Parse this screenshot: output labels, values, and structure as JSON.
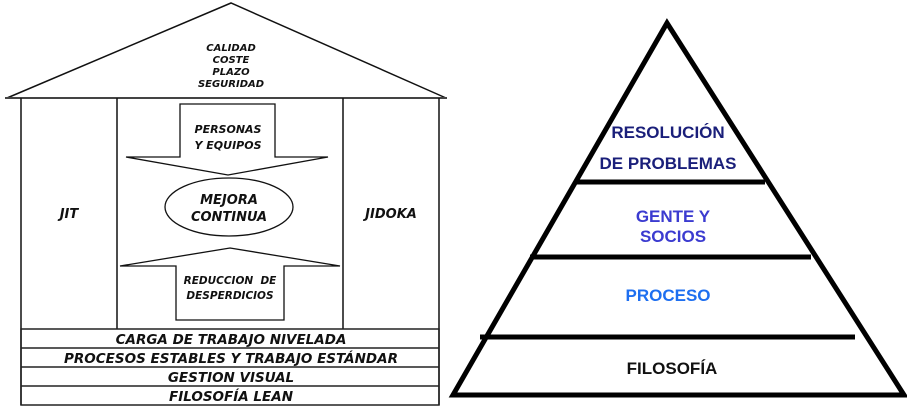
{
  "house": {
    "roof": [
      "CALIDAD",
      "COSTE",
      "PLAZO",
      "SEGURIDAD"
    ],
    "pillar_left": "JIT",
    "pillar_right": "JIDOKA",
    "arrow_down": [
      "PERSONAS",
      "Y EQUIPOS"
    ],
    "center": [
      "MEJORA",
      "CONTINUA"
    ],
    "arrow_up": [
      "REDUCCION  DE",
      "DESPERDICIOS"
    ],
    "foundation": [
      "CARGA DE TRABAJO NIVELADA",
      "PROCESOS ESTABLES Y TRABAJO ESTÁNDAR",
      "GESTION VISUAL",
      "FILOSOFÍA LEAN"
    ]
  },
  "pyramid": {
    "levels": [
      {
        "lines": [
          "RESOLUCIÓN",
          "DE PROBLEMAS"
        ],
        "color": "#1a1f7a"
      },
      {
        "lines": [
          "GENTE Y",
          "SOCIOS"
        ],
        "color": "#3b3bd0"
      },
      {
        "lines": [
          "PROCESO"
        ],
        "color": "#1e6ff0"
      },
      {
        "lines": [
          "FILOSOFÍA"
        ],
        "color": "#111111"
      }
    ]
  }
}
